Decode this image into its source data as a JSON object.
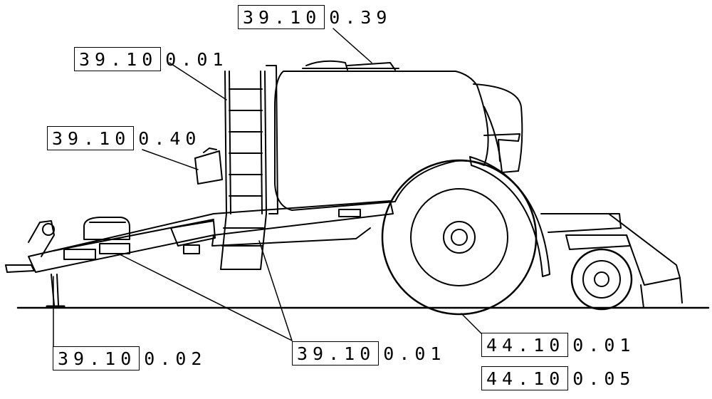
{
  "callouts": [
    {
      "id": "c1",
      "prefix": "39.10",
      "suffix": "0.39"
    },
    {
      "id": "c2",
      "prefix": "39.10",
      "suffix": "0.01"
    },
    {
      "id": "c3",
      "prefix": "39.10",
      "suffix": "0.40"
    },
    {
      "id": "c4",
      "prefix": "39.10",
      "suffix": "0.02"
    },
    {
      "id": "c5",
      "prefix": "39.10",
      "suffix": "0.01"
    },
    {
      "id": "c6",
      "prefix": "44.10",
      "suffix": "0.01"
    },
    {
      "id": "c7",
      "prefix": "44.10",
      "suffix": "0.05"
    }
  ]
}
